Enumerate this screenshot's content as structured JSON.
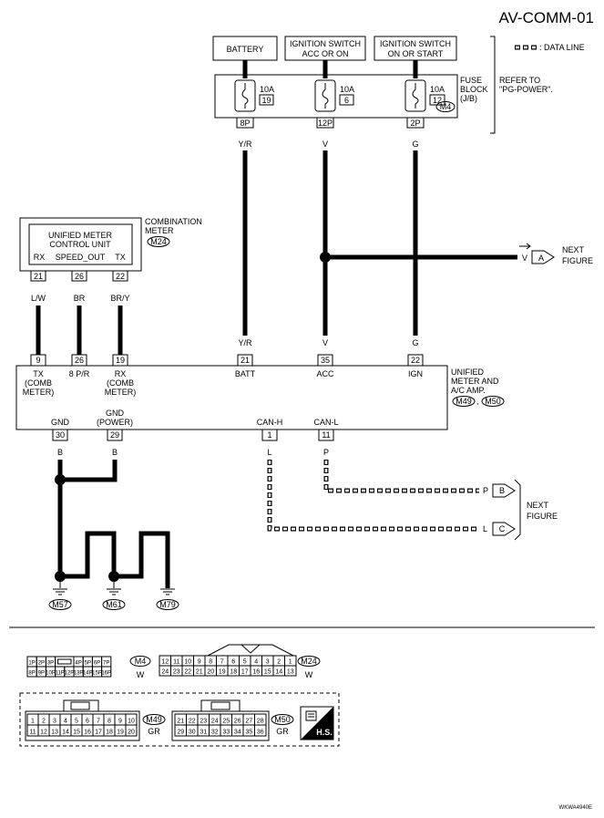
{
  "header": {
    "title": "AV-COMM-01"
  },
  "legend": {
    "data_line": ": DATA LINE"
  },
  "power": {
    "battery": "BATTERY",
    "acc_line1": "IGNITION SWITCH",
    "acc_line2": "ACC OR ON",
    "ign_line1": "IGNITION SWITCH",
    "ign_line2": "ON OR START"
  },
  "fuse_block": {
    "name_line1": "FUSE",
    "name_line2": "BLOCK",
    "name_line3": "(J/B)",
    "connector": "M4",
    "refer_line1": "REFER TO",
    "refer_line2": "\"PG-POWER\".",
    "fuses": [
      {
        "rating": "10A",
        "number": "19",
        "pin": "8P"
      },
      {
        "rating": "10A",
        "number": "6",
        "pin": "12P"
      },
      {
        "rating": "10A",
        "number": "12",
        "pin": "2P"
      }
    ]
  },
  "wires": {
    "batt_color": "Y/R",
    "acc_color": "V",
    "ign_color": "G",
    "lw": "L/W",
    "br": "BR",
    "bry": "BR/Y",
    "gnd_b": "B",
    "can_h": "L",
    "can_l": "P"
  },
  "next_figure": {
    "a_color": "V",
    "a_label": "A",
    "b_color": "P",
    "b_label": "B",
    "c_color": "L",
    "c_label": "C",
    "text_line1": "NEXT",
    "text_line2": "FIGURE"
  },
  "combination_meter": {
    "name_line1": "COMBINATION",
    "name_line2": "METER",
    "connector": "M24",
    "unit_line1": "UNIFIED METER",
    "unit_line2": "CONTROL UNIT",
    "rx": "RX",
    "speed_out": "SPEED_OUT",
    "tx": "TX",
    "pins": [
      "21",
      "26",
      "22"
    ]
  },
  "amp": {
    "name_line1": "UNIFIED",
    "name_line2": "METER AND",
    "name_line3": "A/C AMP.",
    "connector1": "M49",
    "connector2": "M50",
    "top_pins": [
      "9",
      "26",
      "19",
      "21",
      "35",
      "22"
    ],
    "tx_line1": "TX",
    "tx_line2": "(COMB",
    "tx_line3": "METER)",
    "pr": "8 P/R",
    "rx_line1": "RX",
    "rx_line2": "(COMB",
    "rx_line3": "METER)",
    "batt": "BATT",
    "acc": "ACC",
    "ign": "IGN",
    "gnd": "GND",
    "gnd_power_line1": "GND",
    "gnd_power_line2": "(POWER)",
    "can_h": "CAN-H",
    "can_l": "CAN-L",
    "bottom_pins": [
      "30",
      "29",
      "1",
      "11"
    ]
  },
  "grounds": [
    "M57",
    "M61",
    "M79"
  ],
  "connectors": {
    "m4": {
      "row1": [
        "1P",
        "2P",
        "3P",
        "",
        "4P",
        "5P",
        "6P",
        "7P"
      ],
      "row2": [
        "8P",
        "9P",
        "10P",
        "11P",
        "12P",
        "13P",
        "14P",
        "15P",
        "16P"
      ],
      "name": "M4",
      "color": "W"
    },
    "m24": {
      "row1": [
        "12",
        "11",
        "10",
        "9",
        "8",
        "7",
        "6",
        "5",
        "4",
        "3",
        "2",
        "1"
      ],
      "row2": [
        "24",
        "23",
        "22",
        "21",
        "20",
        "19",
        "18",
        "17",
        "16",
        "15",
        "14",
        "13"
      ],
      "name": "M24",
      "color": "W"
    },
    "m49": {
      "row1": [
        "1",
        "2",
        "3",
        "4",
        "5",
        "6",
        "7",
        "8",
        "9",
        "10"
      ],
      "row2": [
        "11",
        "12",
        "13",
        "14",
        "15",
        "16",
        "17",
        "18",
        "19",
        "20"
      ],
      "name": "M49",
      "color": "GR"
    },
    "m50": {
      "row1": [
        "21",
        "22",
        "23",
        "24",
        "25",
        "26",
        "27",
        "28"
      ],
      "row2": [
        "29",
        "30",
        "31",
        "32",
        "33",
        "34",
        "35",
        "36"
      ],
      "name": "M50",
      "color": "GR"
    },
    "hs": "H.S."
  },
  "footer": {
    "code": "WKWA4940E"
  }
}
